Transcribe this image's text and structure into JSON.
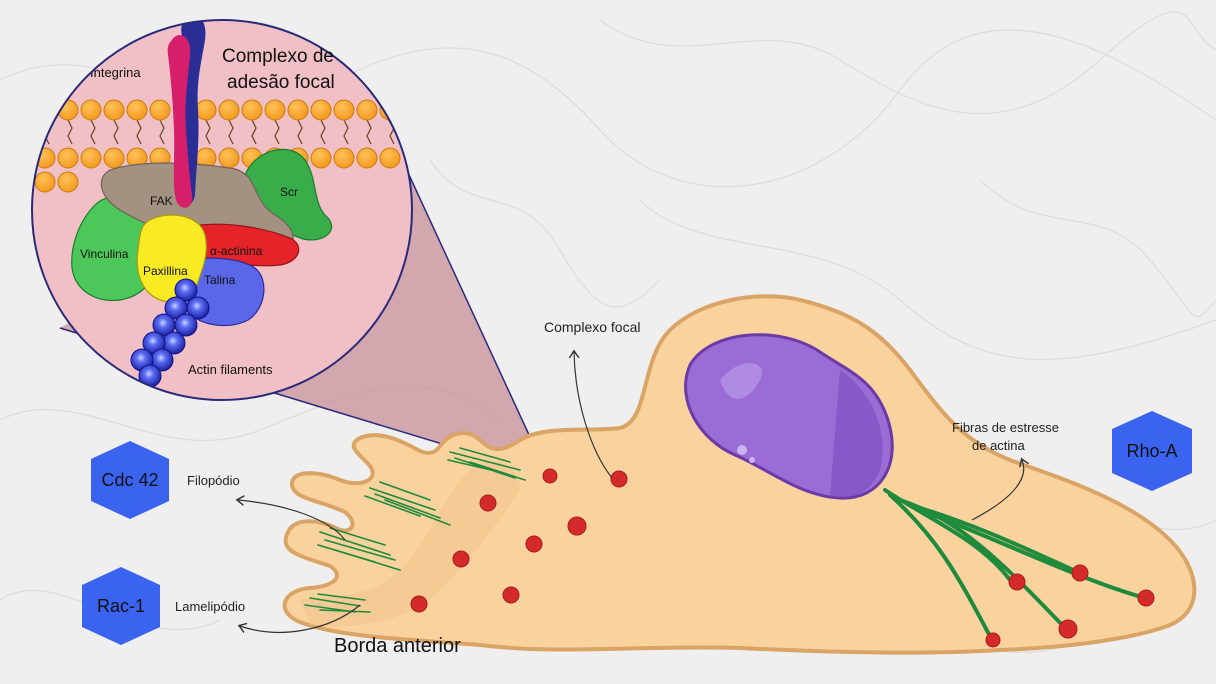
{
  "labels": {
    "inset_title_line1": "Complexo de",
    "inset_title_line2": "adesão focal",
    "integrina": "Integrina",
    "fak": "FAK",
    "scr": "Scr",
    "vinculina": "Vinculina",
    "alpha_actinina": "α-actinina",
    "paxillina": "Paxillina",
    "talina": "Talina",
    "actin_filaments": "Actin filaments",
    "complexo_focal": "Complexo focal",
    "fibras_line1": "Fibras de estresse",
    "fibras_line2": "de actina",
    "filopodio": "Filopódio",
    "lamelipodio": "Lamelipódio",
    "borda_anterior": "Borda anterior"
  },
  "proteins": {
    "cdc42": "Cdc 42",
    "rac1": "Rac-1",
    "rhoa": "Rho-A"
  },
  "colors": {
    "background": "#efefef",
    "cell_body": "#f9d29e",
    "cell_outline": "#d9a465",
    "nucleus": "#9b6bd6",
    "stress_fiber": "#1e8a3c",
    "adhesion_point": "#d42a2a",
    "hexagon": "#3a63f0",
    "inset_fill": "#f1c0c6",
    "callout": "#c98f98",
    "integrin_red": "#d61f6b",
    "integrin_blue": "#2b2d96",
    "fak": "#a39182",
    "scr": "#38ad49",
    "vinculina": "#4cc85a",
    "alpha_actinina": "#e52329",
    "paxillina": "#f8ea23",
    "talina": "#5a67e8",
    "actin": "#2c35d4",
    "lipid_head": "#f7a325"
  }
}
